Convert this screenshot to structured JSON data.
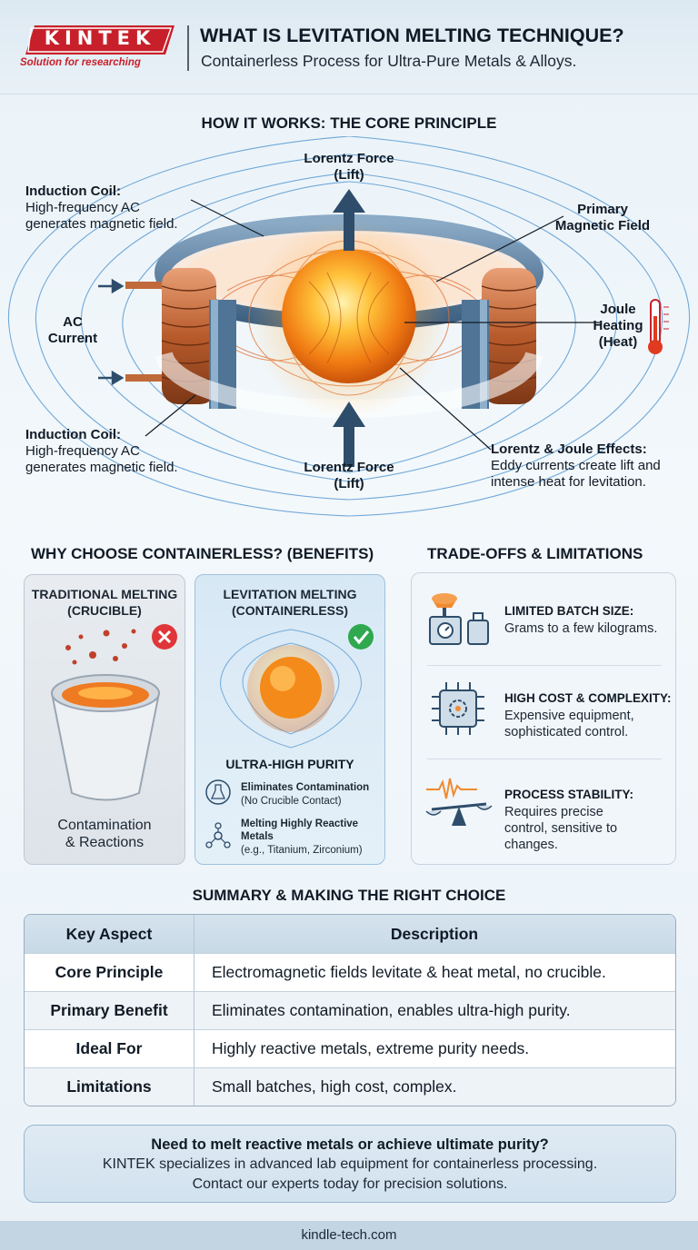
{
  "header": {
    "logo_text": "KINTEK",
    "tagline": "Solution for researching",
    "title": "WHAT IS LEVITATION MELTING TECHNIQUE?",
    "subtitle": "Containerless Process for Ultra-Pure Metals & Alloys."
  },
  "how_it_works": {
    "title": "HOW IT WORKS: THE CORE PRINCIPLE",
    "lorentz_top": [
      "Lorentz Force",
      "(Lift)"
    ],
    "lorentz_bottom": [
      "Lorentz Force",
      "(Lift)"
    ],
    "coil_top": {
      "title": "Induction Coil:",
      "lines": [
        "High-frequency AC",
        "generates magnetic field."
      ]
    },
    "coil_bottom": {
      "title": "Induction Coil:",
      "lines": [
        "High-frequency AC",
        "generates magnetic field."
      ]
    },
    "ac_current": [
      "AC",
      "Current"
    ],
    "primary_field": [
      "Primary",
      "Magnetic Field"
    ],
    "joule": [
      "Joule",
      "Heating",
      "(Heat)"
    ],
    "effects": {
      "title": "Lorentz & Joule Effects:",
      "lines": [
        "Eddy currents create lift and",
        "intense heat for levitation."
      ]
    }
  },
  "benefits": {
    "title": "WHY CHOOSE CONTAINERLESS? (BENEFITS)",
    "traditional": {
      "heading": [
        "TRADITIONAL MELTING",
        "(CRUCIBLE)"
      ],
      "caption": [
        "Contamination",
        "& Reactions"
      ]
    },
    "levitation": {
      "heading": [
        "LEVITATION MELTING",
        "(CONTAINERLESS)"
      ],
      "purity": "ULTRA-HIGH PURITY",
      "items": [
        {
          "title": "Eliminates Contamination",
          "note": "(No Crucible Contact)"
        },
        {
          "title": "Melting Highly Reactive",
          "title2": "Metals",
          "note": "(e.g., Titanium, Zirconium)"
        }
      ]
    }
  },
  "tradeoffs": {
    "title": "TRADE-OFFS & LIMITATIONS",
    "items": [
      {
        "title": "LIMITED BATCH SIZE:",
        "lines": [
          "Grams to a few kilograms."
        ]
      },
      {
        "title": "HIGH COST & COMPLEXITY:",
        "lines": [
          "Expensive equipment,",
          "sophisticated control."
        ]
      },
      {
        "title": "PROCESS STABILITY:",
        "lines": [
          "Requires precise",
          "control, sensitive to",
          "changes."
        ]
      }
    ]
  },
  "summary": {
    "title": "SUMMARY & MAKING THE RIGHT CHOICE",
    "headers": [
      "Key Aspect",
      "Description"
    ],
    "rows": [
      [
        "Core Principle",
        "Electromagnetic fields levitate & heat metal, no crucible."
      ],
      [
        "Primary Benefit",
        "Eliminates contamination, enables ultra-high purity."
      ],
      [
        "Ideal For",
        "Highly reactive metals, extreme purity needs."
      ],
      [
        "Limitations",
        "Small batches, high cost, complex."
      ]
    ]
  },
  "cta": {
    "question": "Need to melt reactive metals or achieve ultimate purity?",
    "line1": "KINTEK specializes in advanced lab equipment for containerless processing.",
    "line2": "Contact our experts today for precision solutions."
  },
  "footer": {
    "url": "kindle-tech.com"
  },
  "colors": {
    "brand_red": "#c8202a",
    "copper": "#c0693a",
    "molten": "#f28c1a",
    "field_blue": "#4a90c8",
    "accent_green": "#2fa84f"
  }
}
